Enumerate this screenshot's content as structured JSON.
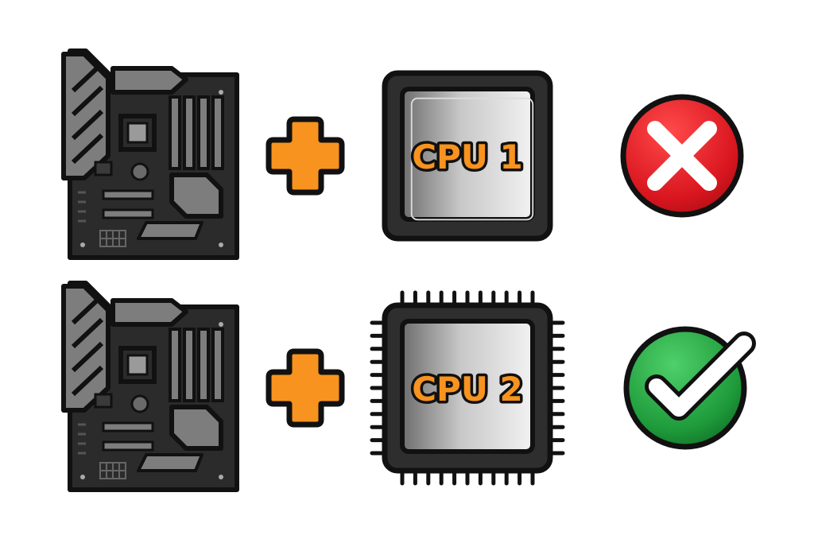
{
  "colors": {
    "outline": "#111111",
    "board": "#2b2b2b",
    "board_parts": "#808080",
    "plus": "#f7931e",
    "cpu_face": "#b9b9b9",
    "cpu_frame": "#3a3a3a",
    "label_fill": "#f7931e",
    "cross_red": "#e0202a",
    "check_green": "#1f9a3c"
  },
  "rows": [
    {
      "cpu": {
        "label": "CPU 1",
        "style": "no-pins"
      },
      "result": {
        "status": "incompatible",
        "icon": "cross-icon"
      }
    },
    {
      "cpu": {
        "label": "CPU 2",
        "style": "with-pins"
      },
      "result": {
        "status": "compatible",
        "icon": "check-icon"
      }
    }
  ]
}
